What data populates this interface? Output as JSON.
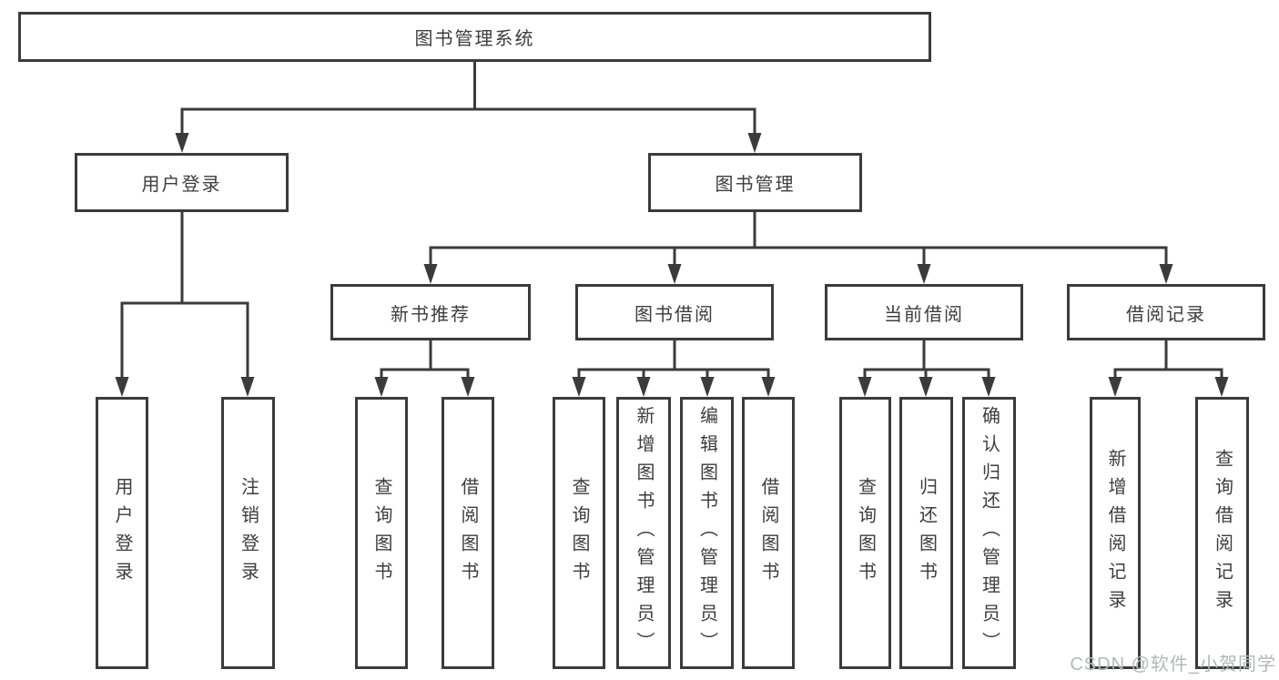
{
  "diagram": {
    "title": "图书管理系统",
    "watermark": "CSDN @软件_小贺同学",
    "line_color": "#3b3b3b",
    "text_color": "#3d3d3d",
    "watermark_color": "#b4b7bb"
  },
  "nodes": [
    {
      "id": "root",
      "label": "图书管理系统",
      "level": 1,
      "parent": null
    },
    {
      "id": "user-login",
      "label": "用户登录",
      "level": 2,
      "parent": "root"
    },
    {
      "id": "book-mgmt",
      "label": "图书管理",
      "level": 2,
      "parent": "root"
    },
    {
      "id": "user-login-leaf",
      "label": "用户登录",
      "level": 3,
      "parent": "user-login"
    },
    {
      "id": "logout",
      "label": "注销登录",
      "level": 3,
      "parent": "user-login"
    },
    {
      "id": "new-book-rec",
      "label": "新书推荐",
      "level": 3,
      "parent": "book-mgmt"
    },
    {
      "id": "book-borrow",
      "label": "图书借阅",
      "level": 3,
      "parent": "book-mgmt"
    },
    {
      "id": "current-borrow",
      "label": "当前借阅",
      "level": 3,
      "parent": "book-mgmt"
    },
    {
      "id": "borrow-records",
      "label": "借阅记录",
      "level": 3,
      "parent": "book-mgmt"
    },
    {
      "id": "query-book-1",
      "label": "查询图书",
      "level": 4,
      "parent": "new-book-rec"
    },
    {
      "id": "borrow-book-1",
      "label": "借阅图书",
      "level": 4,
      "parent": "new-book-rec"
    },
    {
      "id": "query-book-2",
      "label": "查询图书",
      "level": 4,
      "parent": "book-borrow"
    },
    {
      "id": "add-book",
      "label": "新增图书（管理员）",
      "level": 4,
      "parent": "book-borrow"
    },
    {
      "id": "edit-book",
      "label": "编辑图书（管理员）",
      "level": 4,
      "parent": "book-borrow"
    },
    {
      "id": "borrow-book-2",
      "label": "借阅图书",
      "level": 4,
      "parent": "book-borrow"
    },
    {
      "id": "query-book-3",
      "label": "查询图书",
      "level": 4,
      "parent": "current-borrow"
    },
    {
      "id": "return-book",
      "label": "归还图书",
      "level": 4,
      "parent": "current-borrow"
    },
    {
      "id": "confirm-return",
      "label": "确认归还（管理员）",
      "level": 4,
      "parent": "current-borrow"
    },
    {
      "id": "add-borrow-record",
      "label": "新增借阅记录",
      "level": 4,
      "parent": "borrow-records"
    },
    {
      "id": "query-borrow-record",
      "label": "查询借阅记录",
      "level": 4,
      "parent": "borrow-records"
    }
  ]
}
